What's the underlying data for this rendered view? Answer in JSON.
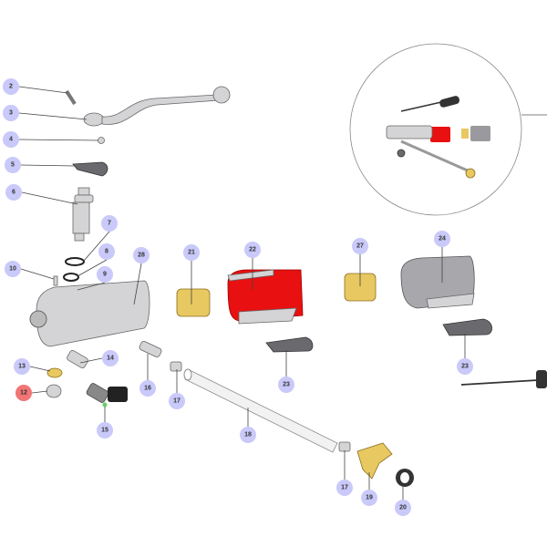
{
  "diagram": {
    "callout_color": "#c9c9fa",
    "highlight_color": "#f27474",
    "part_highlight_color": "#e81010",
    "callouts": [
      {
        "label": "2"
      },
      {
        "label": "3"
      },
      {
        "label": "4"
      },
      {
        "label": "5"
      },
      {
        "label": "6"
      },
      {
        "label": "7"
      },
      {
        "label": "8"
      },
      {
        "label": "9"
      },
      {
        "label": "10"
      },
      {
        "label": "28"
      },
      {
        "label": "21"
      },
      {
        "label": "22"
      },
      {
        "label": "27"
      },
      {
        "label": "24"
      },
      {
        "label": "14"
      },
      {
        "label": "13"
      },
      {
        "label": "12",
        "highlighted": true
      },
      {
        "label": "16"
      },
      {
        "label": "17"
      },
      {
        "label": "15"
      },
      {
        "label": "18"
      },
      {
        "label": "23"
      },
      {
        "label": "23"
      },
      {
        "label": "17"
      },
      {
        "label": "19"
      },
      {
        "label": "20"
      }
    ]
  }
}
